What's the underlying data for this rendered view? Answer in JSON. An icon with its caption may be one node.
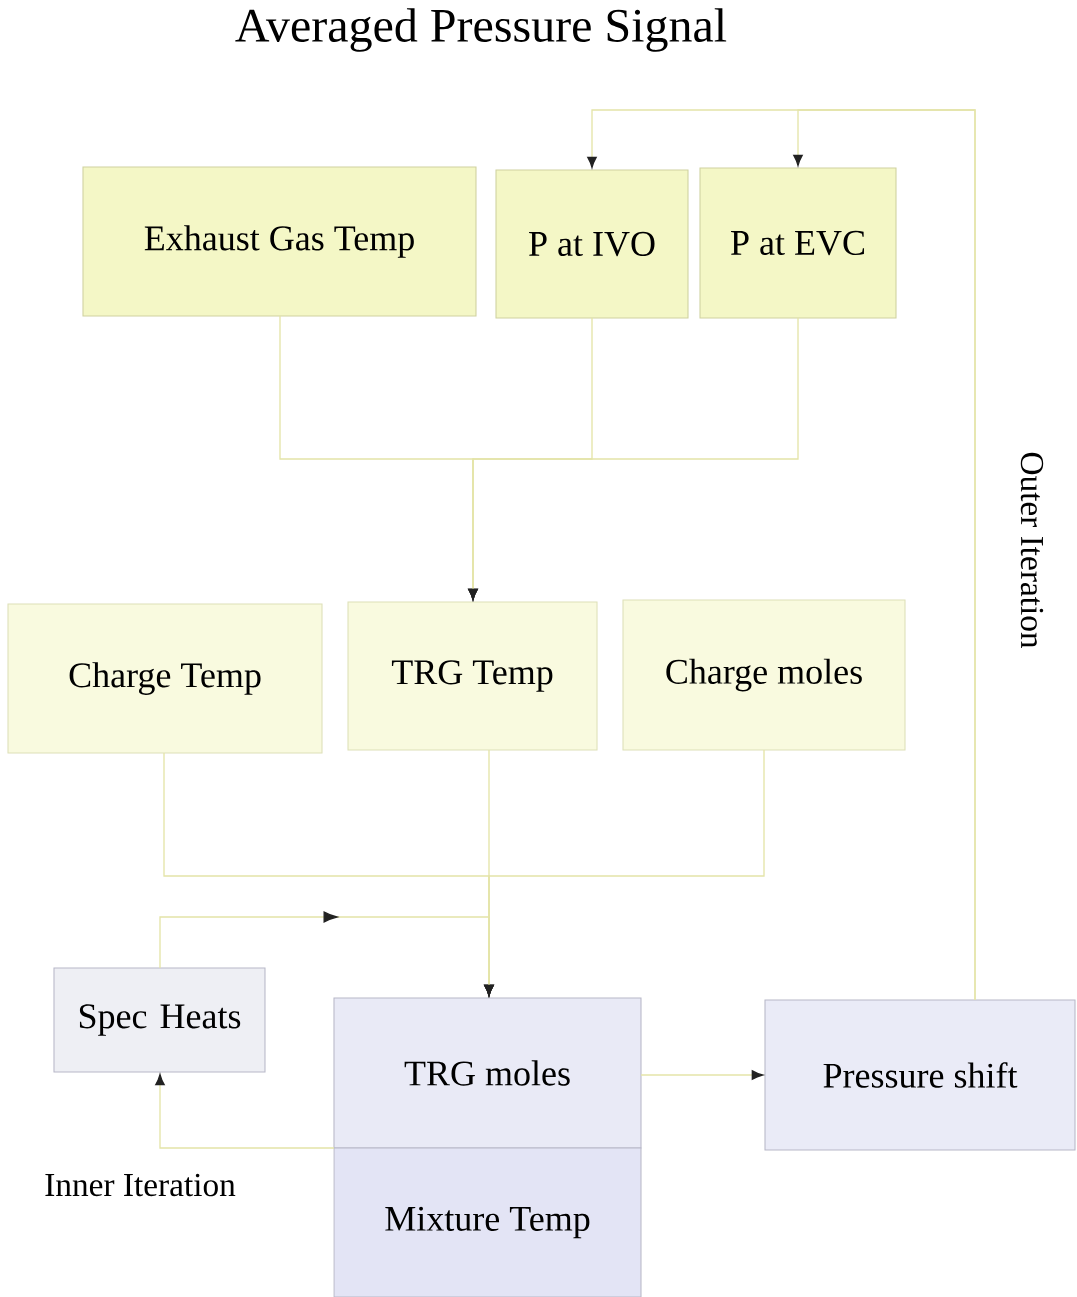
{
  "diagram": {
    "title": "Averaged Pressure Signal",
    "nodes": [
      {
        "text": [
          "Exhaust Gas Temp"
        ]
      },
      {
        "text": [
          "P at IVO"
        ]
      },
      {
        "text": [
          "P at EVC"
        ]
      },
      {
        "text": [
          "Charge Temp"
        ]
      },
      {
        "text": [
          "TRG Temp"
        ]
      },
      {
        "text": [
          "Charge moles"
        ]
      },
      {
        "text": [
          "Spec Heats"
        ]
      },
      {
        "text": [
          "TRG moles"
        ]
      },
      {
        "text": [
          "Mixture Temp"
        ]
      },
      {
        "text": [
          "Pressure shift"
        ]
      }
    ],
    "edges": [
      {
        "from": 0,
        "to": 4,
        "arrow": "to"
      },
      {
        "from": 1,
        "to": 4,
        "arrow": "to"
      },
      {
        "from": 2,
        "to": 4,
        "arrow": "to"
      },
      {
        "from": 3,
        "to": 7,
        "arrow": "to"
      },
      {
        "from": 4,
        "to": 7,
        "arrow": "to"
      },
      {
        "from": 5,
        "to": 7,
        "arrow": "to"
      },
      {
        "from": 6,
        "to": 7,
        "arrow": "to"
      },
      {
        "from": 7,
        "to": 6,
        "arrow": "to"
      },
      {
        "from": 7,
        "to": 9,
        "arrow": "to"
      },
      {
        "from": 9,
        "to": 1,
        "arrow": "to"
      },
      {
        "from": 9,
        "to": 2,
        "arrow": "to"
      }
    ],
    "labels": [
      "Outer Iteration",
      "Inner Iteration"
    ]
  }
}
